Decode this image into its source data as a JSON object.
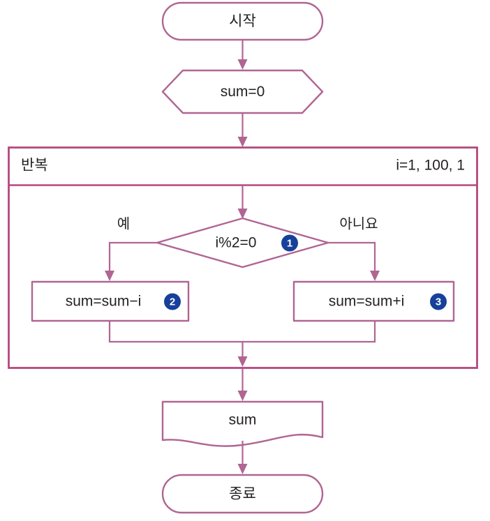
{
  "diagram": {
    "title_text": "",
    "colors": {
      "shape_stroke": "#b06592",
      "loop_stroke": "#b5477f",
      "connector": "#b06592",
      "marker_fill": "#17409b",
      "marker_text": "#ffffff",
      "text": "#231f20",
      "background": "#ffffff"
    },
    "nodes": {
      "start": {
        "label": "시작",
        "shape": "terminator"
      },
      "init": {
        "label": "sum=0",
        "shape": "preparation-hexagon"
      },
      "loop_header_left": {
        "label": "반복"
      },
      "loop_header_right": {
        "label": "i=1, 100, 1"
      },
      "decision": {
        "label": "i%2=0",
        "shape": "diamond",
        "marker": "1"
      },
      "branch_yes": {
        "label": "예"
      },
      "branch_no": {
        "label": "아니요"
      },
      "process_left": {
        "label": "sum=sum−i",
        "shape": "process",
        "marker": "2"
      },
      "process_right": {
        "label": "sum=sum+i",
        "shape": "process",
        "marker": "3"
      },
      "output": {
        "label": "sum",
        "shape": "document"
      },
      "end": {
        "label": "종료",
        "shape": "terminator"
      }
    }
  }
}
